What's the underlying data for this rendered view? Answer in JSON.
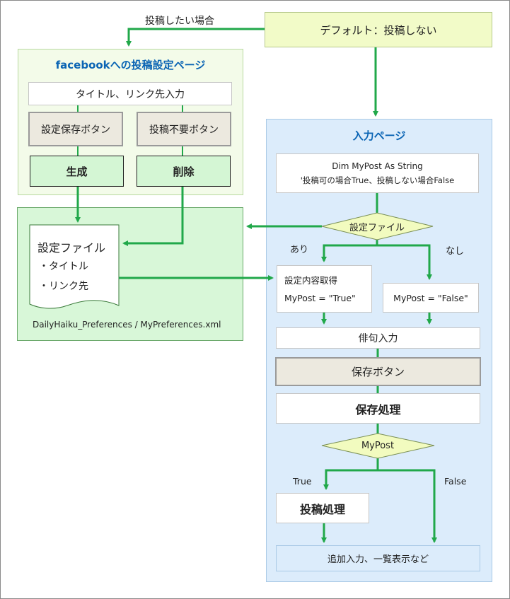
{
  "default_box": "デフォルト：投稿しない",
  "edge_post_case": "投稿したい場合",
  "facebook_panel": {
    "title": "facebookへの投稿設定ページ",
    "input_row": "タイトル、リンク先入力",
    "save_settings_button": "設定保存ボタン",
    "no_post_button": "投稿不要ボタン",
    "create_box": "生成",
    "delete_box": "削除"
  },
  "settings_file": {
    "title": "設定ファイル",
    "item_title": "・タイトル",
    "item_link": "・リンク先",
    "path": "DailyHaiku_Preferences / MyPreferences.xml"
  },
  "input_panel": {
    "title": "入力ページ",
    "dim_line1": "Dim MyPost As String",
    "dim_line2": "'投稿可の場合True、投稿しない場合False",
    "decision_file": "設定ファイル",
    "branch_yes": "あり",
    "branch_no": "なし",
    "get_settings_line1": "設定内容取得",
    "get_settings_line2": "MyPost = \"True\"",
    "mypost_false": "MyPost = \"False\"",
    "haiku_input": "俳句入力",
    "save_button": "保存ボタン",
    "save_process": "保存処理",
    "decision_mypost": "MyPost",
    "branch_true": "True",
    "branch_false": "False",
    "post_process": "投稿処理",
    "additional": "追加入力、一覧表示など"
  },
  "colors": {
    "arrow_green": "#21a84a",
    "title_blue": "#0a64b4",
    "decision_fill": "#f2fbbf"
  }
}
